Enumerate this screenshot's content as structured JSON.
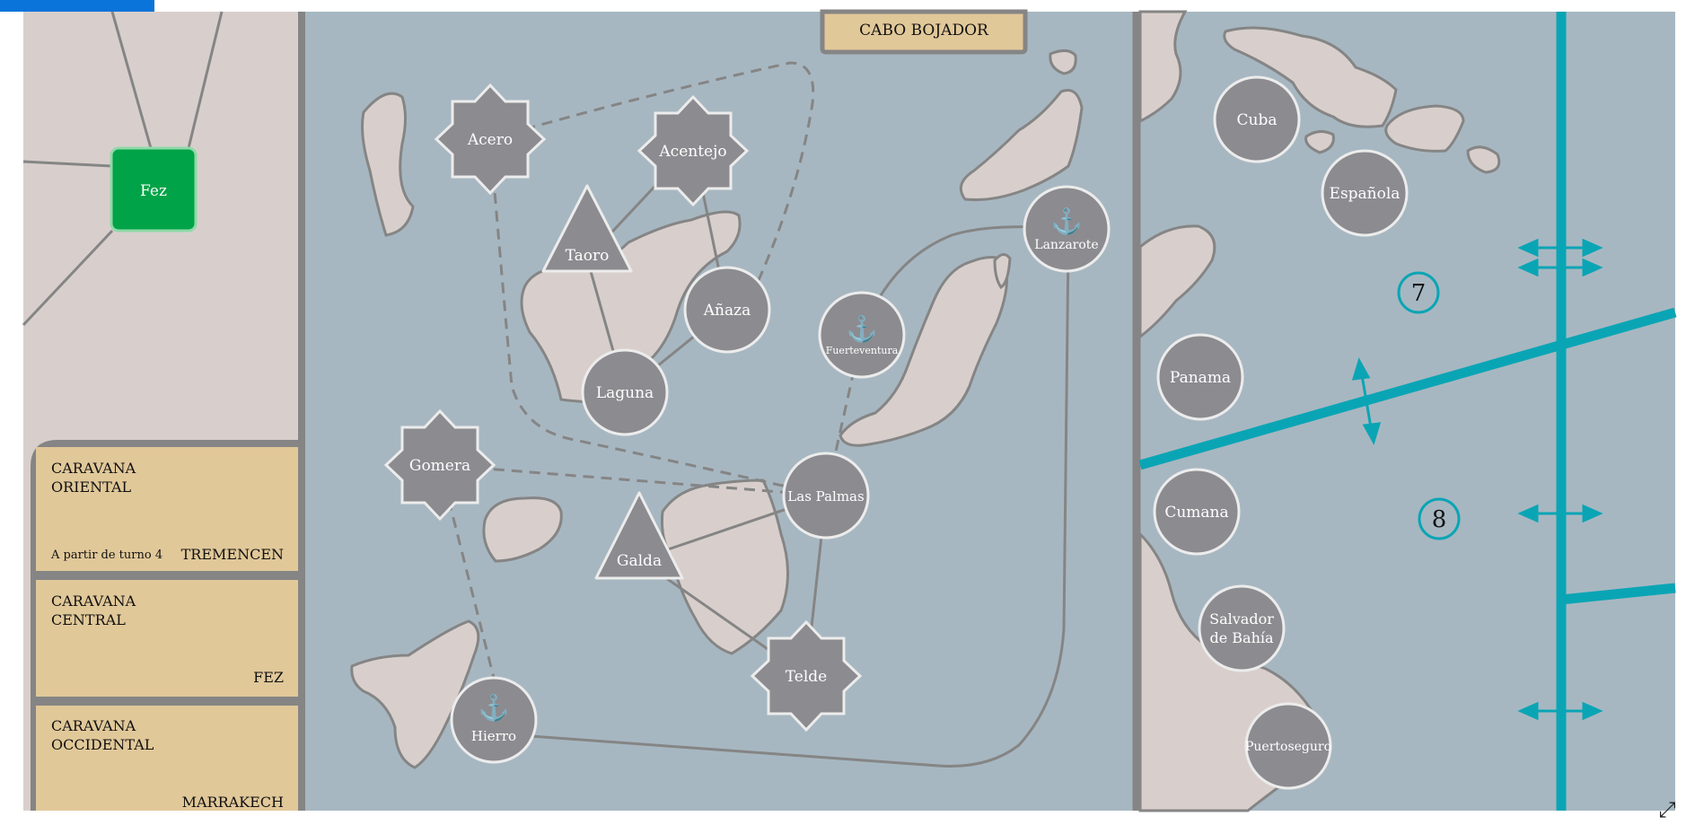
{
  "board_title": "CABO BOJADOR",
  "cities": {
    "fez": "Fez"
  },
  "caravans": [
    {
      "title_line1": "CARAVANA",
      "title_line2": "ORIENTAL",
      "note": "A partir de turno 4",
      "destination": "TREMENCEN"
    },
    {
      "title_line1": "CARAVANA",
      "title_line2": "CENTRAL",
      "note": "",
      "destination": "FEZ"
    },
    {
      "title_line1": "CARAVANA",
      "title_line2": "OCCIDENTAL",
      "note": "",
      "destination": "MARRAKECH"
    }
  ],
  "canary_nodes": {
    "acero": "Acero",
    "acentejo": "Acentejo",
    "taoro": "Taoro",
    "anaza": "Añaza",
    "laguna": "Laguna",
    "gomera": "Gomera",
    "las_palmas": "Las Palmas",
    "galda": "Galda",
    "telde": "Telde",
    "hierro": "Hierro",
    "fuerteventura": "Fuerteventura",
    "lanzarote": "Lanzarote"
  },
  "america_nodes": {
    "cuba": "Cuba",
    "espanola": "Española",
    "panama": "Panama",
    "cumana": "Cumana",
    "salvador_line1": "Salvador",
    "salvador_line2": "de Bahía",
    "puertoseguro": "Puertoseguro"
  },
  "sea_zones": [
    "7",
    "8"
  ],
  "icons": {
    "port": "anchor-icon",
    "expand": "expand-icon"
  },
  "colors": {
    "sea": "#a7b7c1",
    "land": "#d8cfcc",
    "node": "#8c8b8f",
    "fez_green": "#00a347",
    "card": "#e1c899",
    "border": "#858585",
    "route_teal": "#0aa5b5"
  }
}
